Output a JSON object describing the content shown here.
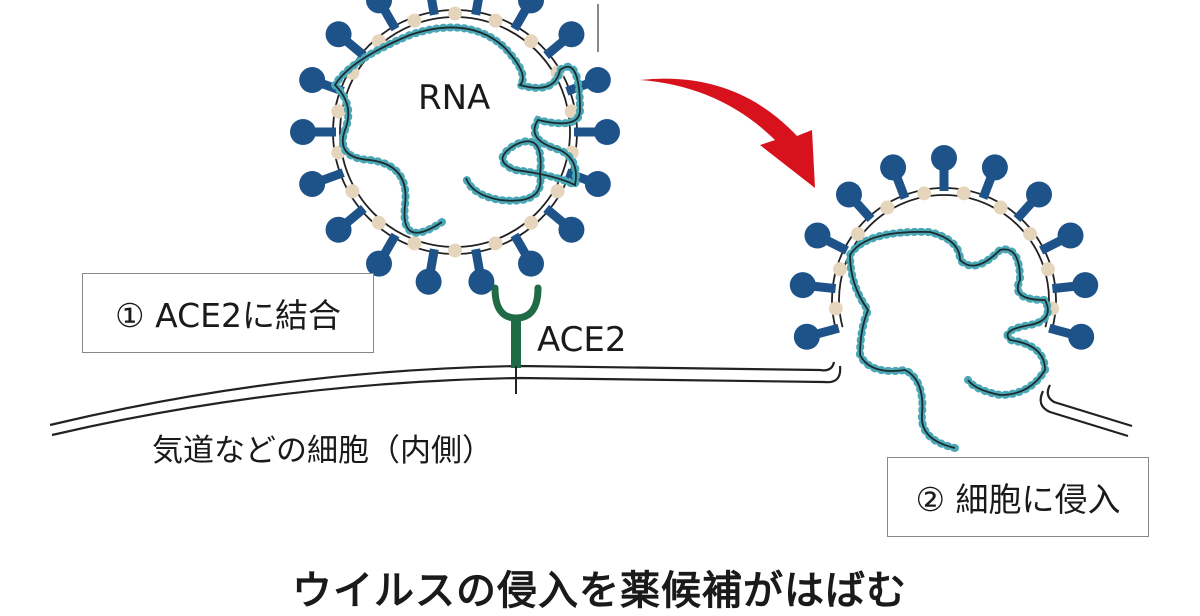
{
  "diagram": {
    "title": "ウイルスの侵入を薬候補がはばむ",
    "labels": {
      "rna": "RNA",
      "receptor": "ACE2",
      "cell": "気道などの細胞（内側）"
    },
    "steps": [
      {
        "number": "①",
        "text": "① ACE2に結合"
      },
      {
        "number": "②",
        "text": "② 細胞に侵入"
      }
    ],
    "colors": {
      "spike": "#1d5389",
      "envelope_protein": "#e6d5bd",
      "rna_bead": "#4aa7b5",
      "rna_strand": "#1c2b2e",
      "receptor": "#1f6b45",
      "arrow": "#d7121c",
      "membrane": "#222222",
      "box_border": "#888888"
    },
    "icons": {
      "virus": "coronavirus-particle-icon",
      "arrow": "curved-arrow-icon",
      "receptor": "y-receptor-icon"
    }
  }
}
